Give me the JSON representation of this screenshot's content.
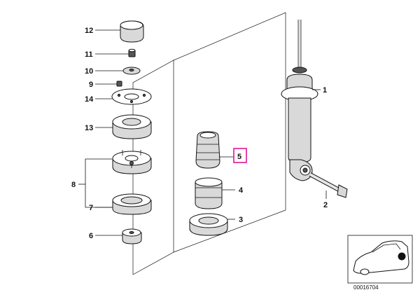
{
  "callouts": {
    "c1": "1",
    "c2": "2",
    "c3": "3",
    "c4": "4",
    "c5": "5",
    "c6": "6",
    "c7": "7",
    "c8": "8",
    "c9": "9",
    "c10": "10",
    "c11": "11",
    "c12": "12",
    "c13": "13",
    "c14": "14"
  },
  "highlighted_callout": "5",
  "reference_number": "00016704",
  "colors": {
    "highlight": "#e0169a",
    "line": "#111111"
  }
}
